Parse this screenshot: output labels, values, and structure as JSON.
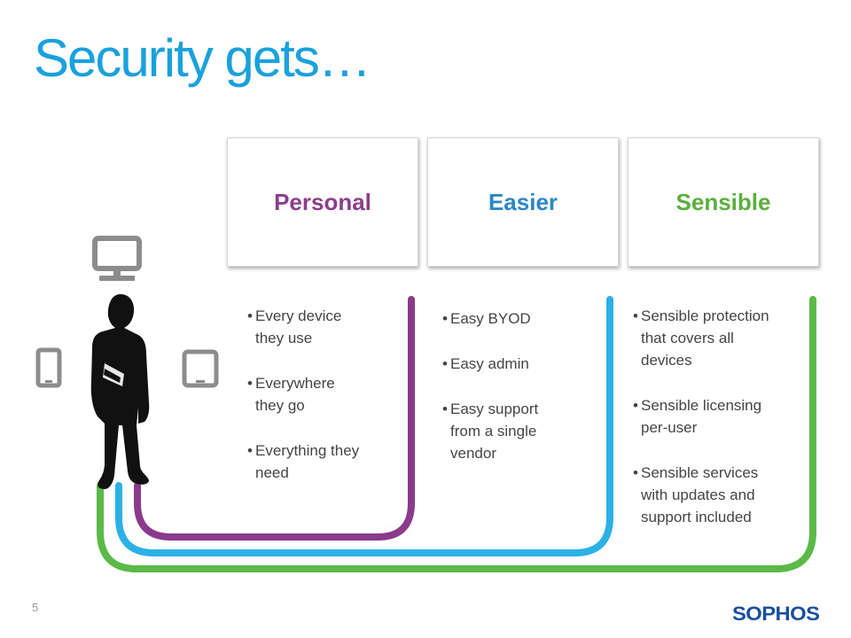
{
  "slide": {
    "title": "Security gets…",
    "page_number": "5",
    "logo_text": "SOPHOS"
  },
  "columns": [
    {
      "heading": "Personal",
      "color": "#8b3d8c",
      "bullets": [
        "Every device\nthey use",
        "Everywhere\nthey go",
        "Everything they\nneed"
      ]
    },
    {
      "heading": "Easier",
      "color": "#2d86c6",
      "bullets": [
        "Easy BYOD",
        "Easy admin",
        "Easy support\nfrom a single\nvendor"
      ]
    },
    {
      "heading": "Sensible",
      "color": "#5aaf3c",
      "bullets": [
        "Sensible protection\nthat covers all\ndevices",
        "Sensible licensing\nper-user",
        "Sensible services\nwith updates and\nsupport included"
      ]
    }
  ],
  "colors": {
    "title": "#1aa1dc",
    "purple_line": "#8b3a8c",
    "blue_line": "#2bb1e6",
    "green_line": "#5bb947",
    "device_icons": "#8c8c8c",
    "logo": "#1a4f9c"
  },
  "icons": [
    "desktop-monitor-icon",
    "smartphone-icon",
    "tablet-icon",
    "businessman-silhouette-icon"
  ]
}
